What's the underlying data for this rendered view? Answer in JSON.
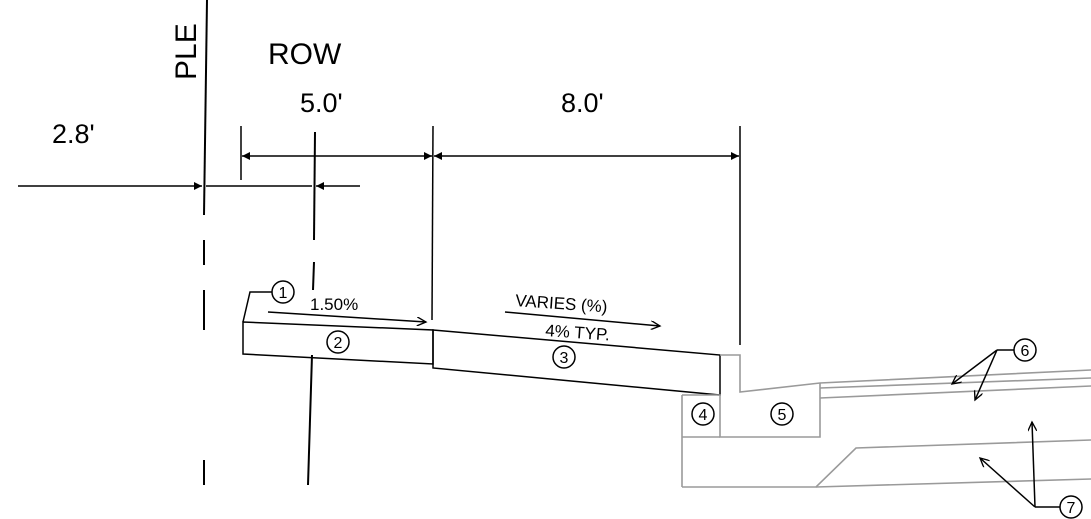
{
  "labels": {
    "ple": "PLE",
    "row": "ROW",
    "dim_left": "2.8'",
    "dim_mid": "5.0'",
    "dim_right": "8.0'",
    "slope_sidewalk": "1.50%",
    "slope_varies": "VARIES (%)",
    "slope_typ": "4% TYP."
  },
  "callouts": {
    "c1": "1",
    "c2": "2",
    "c3": "3",
    "c4": "4",
    "c5": "5",
    "c6": "6",
    "c7": "7"
  }
}
